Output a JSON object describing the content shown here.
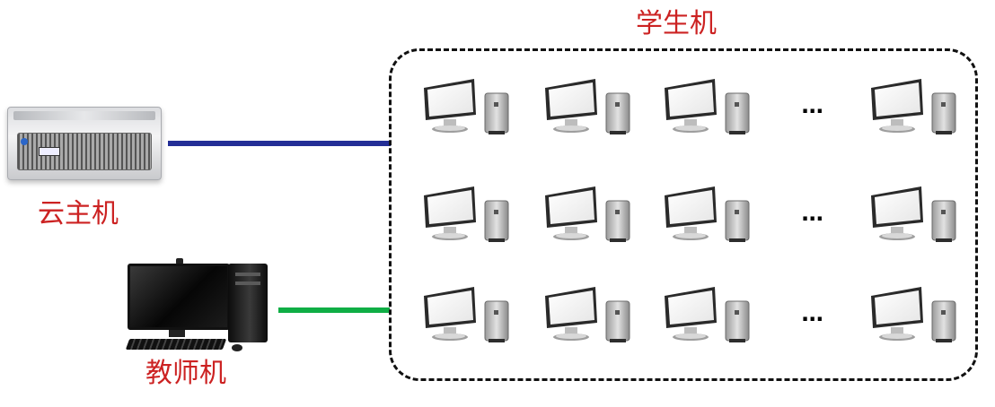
{
  "labels": {
    "students": "学生机",
    "server": "云主机",
    "teacher": "教师机",
    "ellipsis": "···"
  },
  "colors": {
    "label_text": "#cc2222",
    "server_link": "#232e96",
    "teacher_link": "#0fae45",
    "group_border": "#111111"
  },
  "nodes": {
    "server": {
      "icon": "rack-server-icon",
      "label": "云主机"
    },
    "teacher": {
      "icon": "desktop-computer-icon",
      "label": "教师机"
    },
    "students": {
      "label": "学生机",
      "icon": "student-computer-icon",
      "rows": 3,
      "columns": [
        "pc",
        "pc",
        "pc",
        "ellipsis",
        "pc"
      ]
    }
  },
  "links": [
    {
      "from": "server",
      "to": "students",
      "color": "#232e96"
    },
    {
      "from": "teacher",
      "to": "students",
      "color": "#0fae45"
    }
  ]
}
